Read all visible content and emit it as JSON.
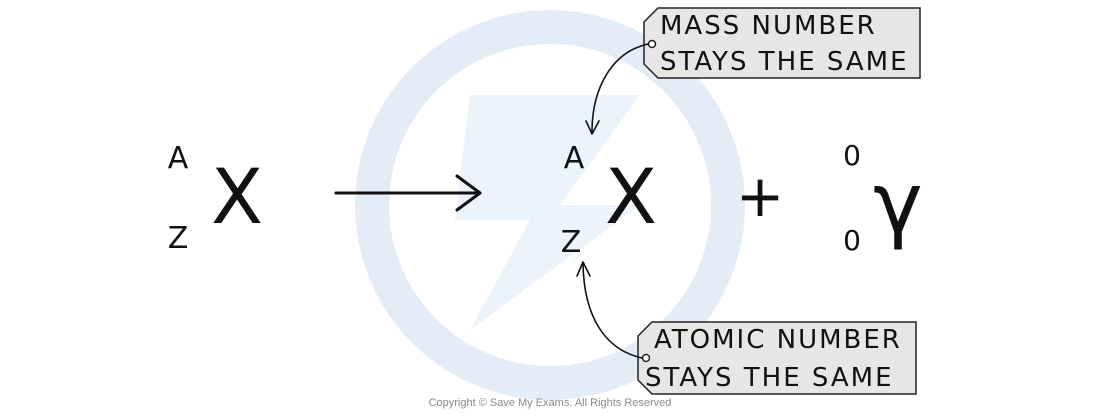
{
  "colors": {
    "ink": "#111111",
    "tag_fill": "#e6e6e6",
    "tag_stroke": "#222222",
    "watermark": "#e3ecf7",
    "copyright": "#8a8a8a"
  },
  "reactant": {
    "mass_number": "A",
    "atomic_number": "Z",
    "symbol": "X"
  },
  "product_nucleus": {
    "mass_number": "A",
    "atomic_number": "Z",
    "symbol": "X"
  },
  "plus_sign": "+",
  "gamma": {
    "mass_number": "0",
    "atomic_number": "0",
    "symbol": "γ"
  },
  "labels": {
    "mass_tag_line1": "MASS NUMBER",
    "mass_tag_line2": "STAYS THE SAME",
    "atomic_tag_line1": "ATOMIC NUMBER",
    "atomic_tag_line2": "STAYS THE SAME"
  },
  "icons": {
    "reaction_arrow": "right-arrow-icon",
    "annotation_arrow": "curved-arrow-icon",
    "watermark": "save-my-exams-logo"
  },
  "copyright": "Copyright © Save My Exams. All Rights Reserved"
}
